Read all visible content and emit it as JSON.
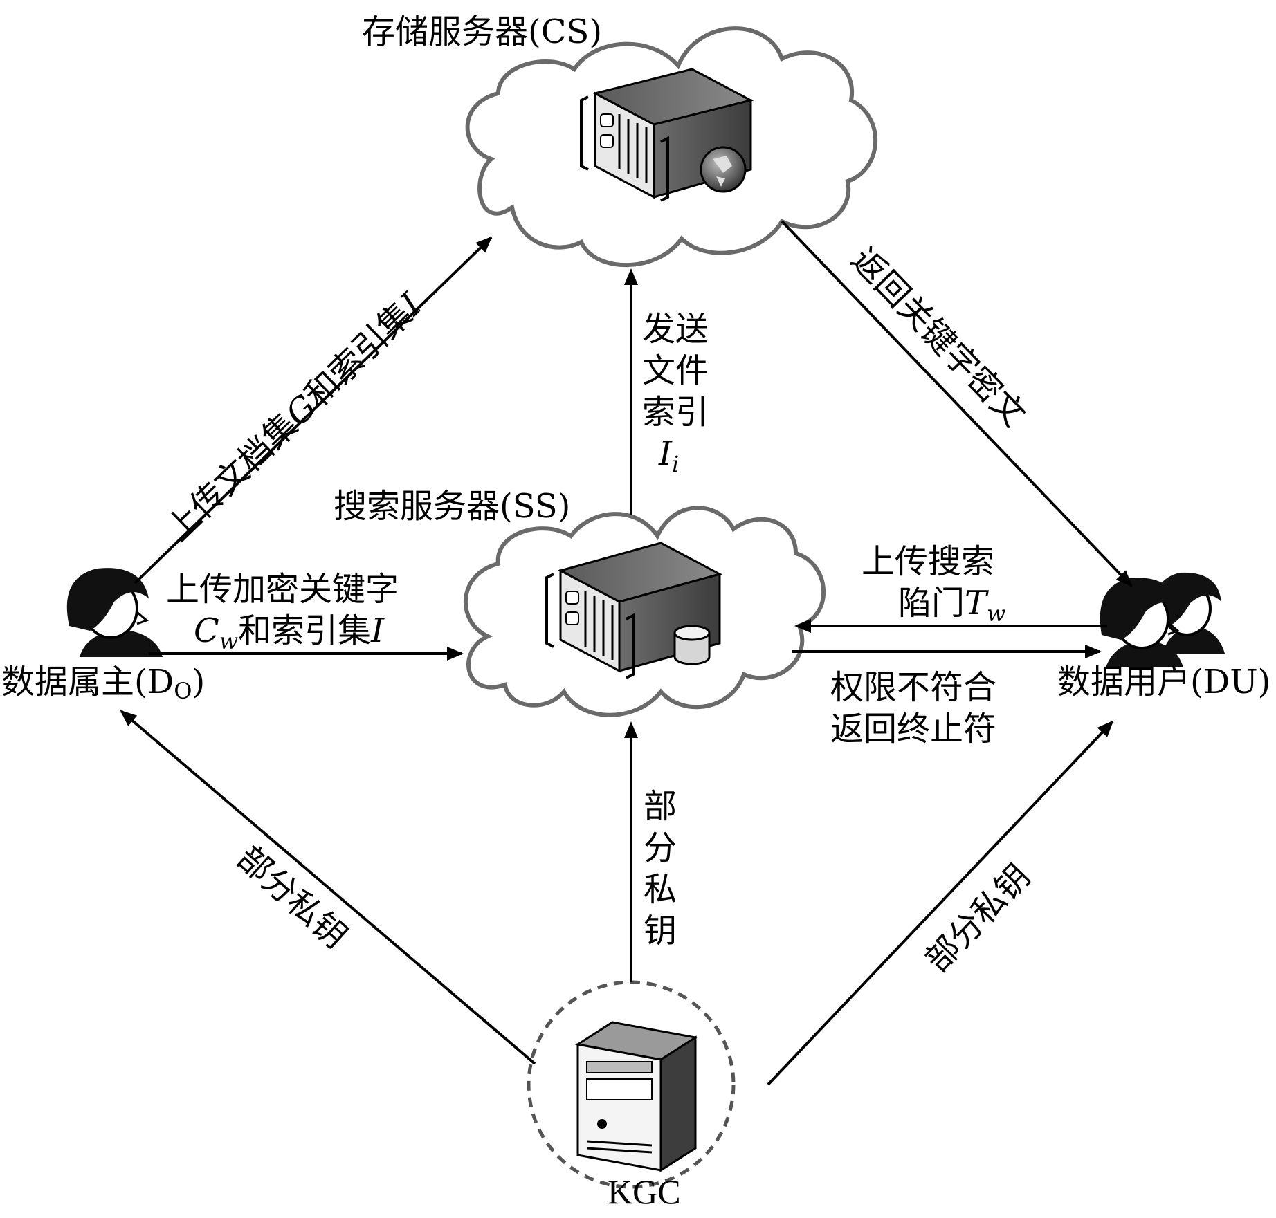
{
  "nodes": {
    "cs": {
      "label": "存储服务器(CS)"
    },
    "ss": {
      "label": "搜索服务器(SS)"
    },
    "do": {
      "label": "数据属主(D",
      "sub": "O",
      "close": ")"
    },
    "du": {
      "label": "数据用户(DU)"
    },
    "kgc": {
      "label": "KGC"
    }
  },
  "edges": {
    "upload_docs": {
      "a": "上传文档集",
      "b": "G",
      "c": "和索引集",
      "d": "I"
    },
    "send_index": {
      "l1": "发送",
      "l2": "文件",
      "l3": "索引",
      "var": "I",
      "sub": "i"
    },
    "return_cipher": {
      "label": "返回关键字密文"
    },
    "upload_keywords": {
      "l1": "上传加密关键字",
      "var": "C",
      "sub": "w",
      "mid": "和索引集",
      "var2": "I"
    },
    "upload_trapdoor": {
      "l1": "上传搜索",
      "l2a": "陷门",
      "var": "T",
      "sub": "w"
    },
    "terminate": {
      "l1": "权限不符合",
      "l2": "返回终止符"
    },
    "key_do": {
      "label": "部分私钥"
    },
    "key_du": {
      "label": "部分私钥"
    },
    "key_ss": {
      "c1": "部",
      "c2": "分",
      "c3": "私",
      "c4": "钥"
    }
  }
}
